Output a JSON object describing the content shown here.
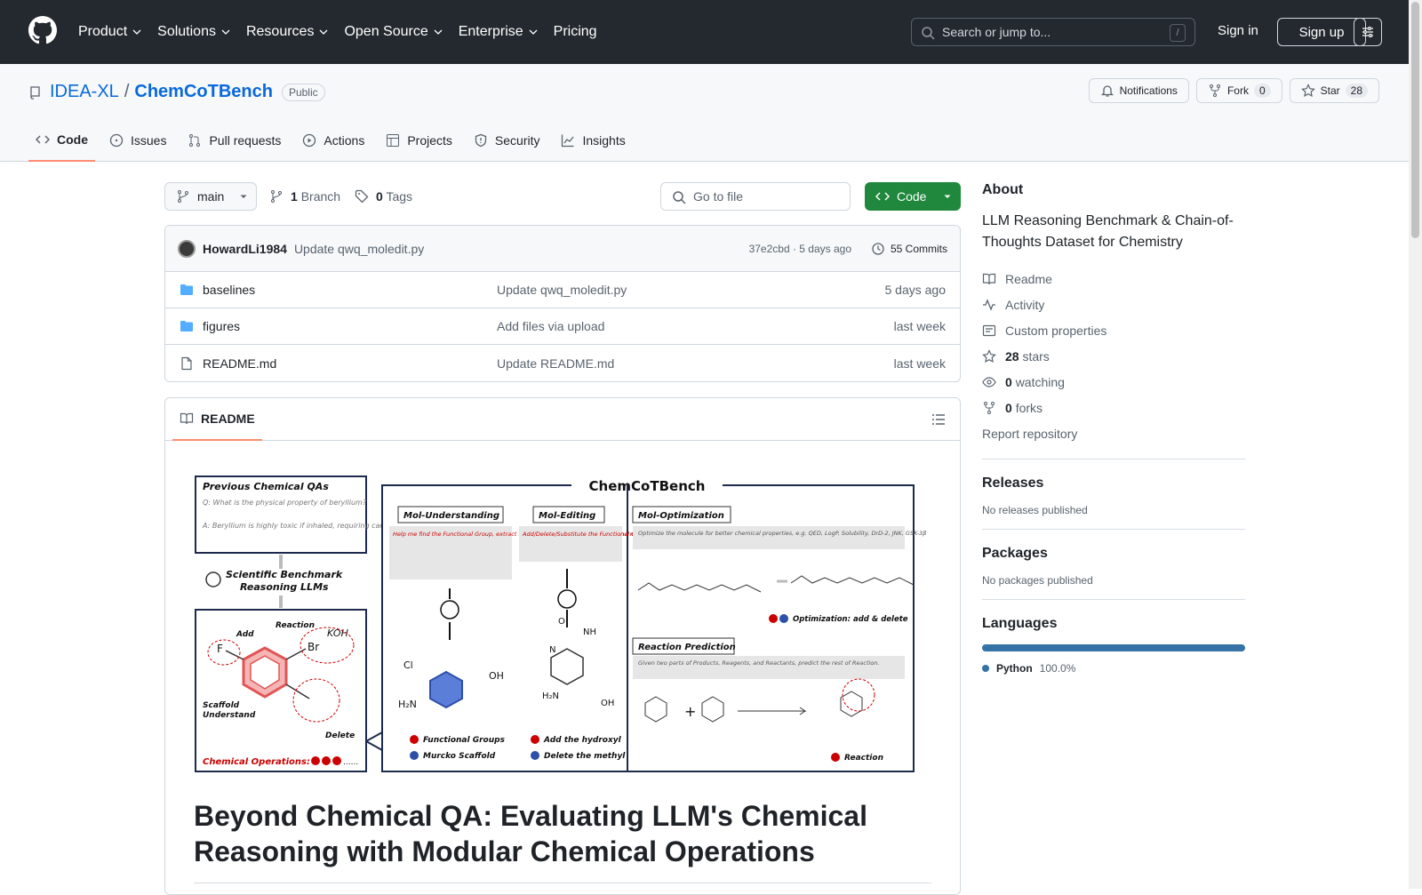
{
  "header": {
    "nav": [
      "Product",
      "Solutions",
      "Resources",
      "Open Source",
      "Enterprise",
      "Pricing"
    ],
    "search_placeholder": "Search or jump to...",
    "search_key": "/",
    "signin": "Sign in",
    "signup": "Sign up"
  },
  "repo": {
    "owner": "IDEA-XL",
    "name": "ChemCoTBench",
    "visibility": "Public",
    "notifications": "Notifications",
    "fork_label": "Fork",
    "fork_count": "0",
    "star_label": "Star",
    "star_count": "28",
    "tabs": [
      "Code",
      "Issues",
      "Pull requests",
      "Actions",
      "Projects",
      "Security",
      "Insights"
    ]
  },
  "toolbar": {
    "branch": "main",
    "branch_count": "1",
    "branch_label": "Branch",
    "tag_count": "0",
    "tag_label": "Tags",
    "go_to_file": "Go to file",
    "code_label": "Code"
  },
  "commit": {
    "author": "HowardLi1984",
    "message": "Update qwq_moledit.py",
    "meta": "37e2cbd · 5 days ago",
    "count": "55 Commits"
  },
  "files": [
    {
      "name": "baselines",
      "type": "folder",
      "commit": "Update qwq_moledit.py",
      "time": "5 days ago"
    },
    {
      "name": "figures",
      "type": "folder",
      "commit": "Add files via upload",
      "time": "last week"
    },
    {
      "name": "README.md",
      "type": "file",
      "commit": "Update README.md",
      "time": "last week"
    }
  ],
  "readme": {
    "tab": "README",
    "figure": {
      "title": "ChemCoTBench",
      "prev_qa_title": "Previous Chemical QAs",
      "prev_q": "Q: What is the physical property of beryllium?",
      "prev_a": "A: Beryllium is highly toxic if inhaled, requiring careful handling",
      "sci_bench": "Scientific Benchmark",
      "reasoning": "Reasoning LLMs",
      "mol_understanding": "Mol-Understanding",
      "mol_editing": "Mol-Editing",
      "mol_optimization": "Mol-Optimization",
      "reaction_prediction": "Reaction Prediction",
      "understanding_text": "Help me find the Functional Group, extract the Murcko Scaffold, distinguish if the molecule is Mutated or Permutated.",
      "editing_text": "Add/Delete/Substitute the Functional Group of this Molecule for me.",
      "optimization_text": "Optimize the molecule for better chemical properties, e.g. QED, LogP, Solubility, DrD-2, JNK, GSK-3β",
      "reaction_text": "Given two parts of Products, Reagents, and Reactants, predict the rest of Reaction.",
      "chem_ops": "Chemical Operations:",
      "chem_ops_tail": "......",
      "functional_groups": "Functional Groups",
      "murcko_scaffold": "Murcko Scaffold",
      "add_hydroxyl": "Add the hydroxyl",
      "delete_methyl": "Delete the methyl",
      "optimization_caption": "Optimization: add & delete",
      "reaction_caption": "Reaction",
      "left_labels": [
        "Add",
        "Reaction",
        "KOH",
        "Scaffold",
        "Understand",
        "Delete"
      ],
      "atoms": [
        "F",
        "Br",
        "Cl",
        "H₂N",
        "OH",
        "N",
        "NH",
        "O",
        "H₂N",
        "OH"
      ]
    },
    "heading": "Beyond Chemical QA: Evaluating LLM's Chemical Reasoning with Modular Chemical Operations"
  },
  "about": {
    "title": "About",
    "description": "LLM Reasoning Benchmark & Chain-of-Thoughts Dataset for Chemistry",
    "readme": "Readme",
    "activity": "Activity",
    "custom": "Custom properties",
    "stars_count": "28",
    "stars_label": "stars",
    "watching_count": "0",
    "watching_label": "watching",
    "forks_count": "0",
    "forks_label": "forks",
    "report": "Report repository"
  },
  "releases": {
    "title": "Releases",
    "text": "No releases published"
  },
  "packages": {
    "title": "Packages",
    "text": "No packages published"
  },
  "languages": {
    "title": "Languages",
    "name": "Python",
    "percent": "100.0%",
    "share": 1.0,
    "color": "#3572a5"
  }
}
